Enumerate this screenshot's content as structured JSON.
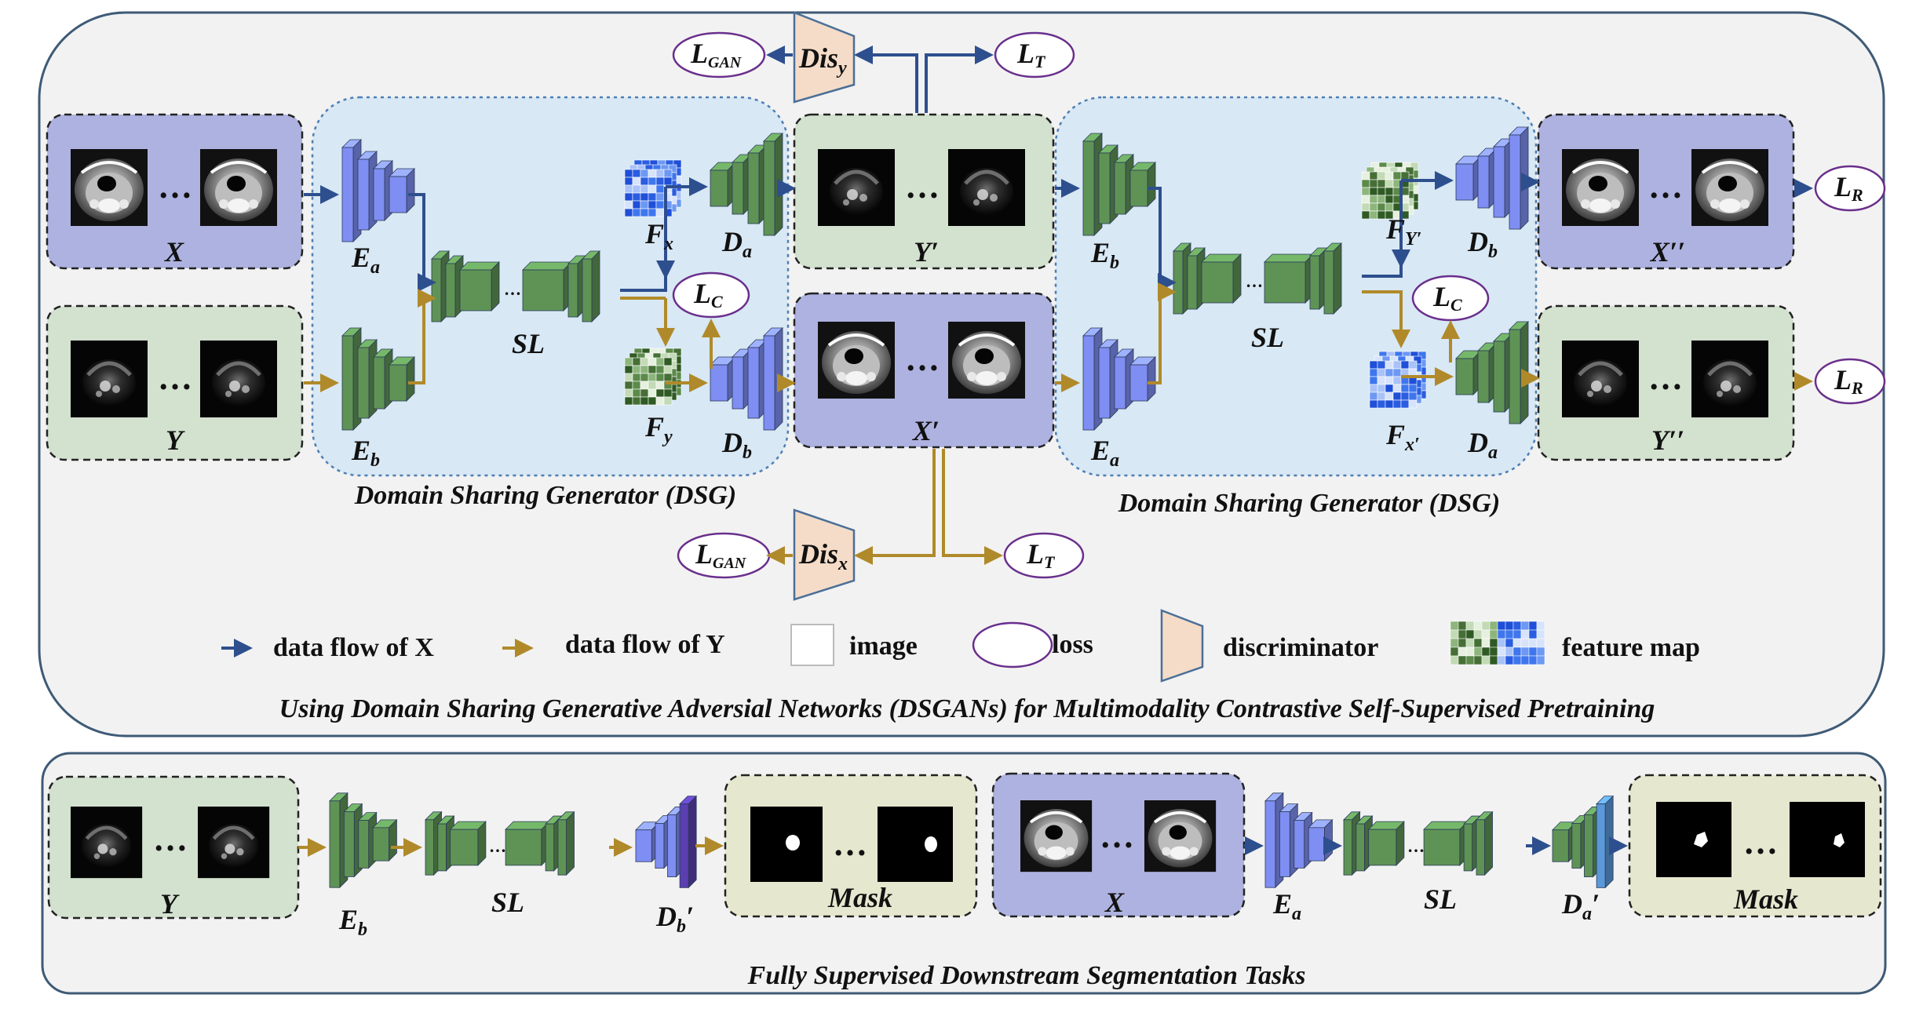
{
  "colors": {
    "panel_fill": "#f2f2f2",
    "panel_stroke": "#3e5a76",
    "box_x": "#aeb2e0",
    "box_y": "#d3e1cf",
    "box_mask": "#e6e7cf",
    "dsg_fill": "#d8e8f4",
    "flow_x": "#2e4f8e",
    "flow_y": "#b08a2a",
    "encoder_blue": "#7f8ef2",
    "encoder_green": "#5e9355",
    "disc_fill": "#f5dcc8",
    "loss_stroke": "#6a2f8c"
  },
  "inputs": {
    "x": "X",
    "y": "Y",
    "y_prime": "Y′",
    "x_prime": "X′",
    "x_rec": "X′′",
    "y_rec": "Y′′",
    "ellipsis": "…"
  },
  "modules": {
    "ea": "E",
    "ea_sub": "a",
    "eb": "E",
    "eb_sub": "b",
    "sl": "SL",
    "da": "D",
    "da_sub": "a",
    "db": "D",
    "db_sub": "b",
    "fx": "F",
    "fx_sub": "x",
    "fy": "F",
    "fy_sub": "y",
    "fy_prime": "F",
    "fy_prime_sub": "Y′",
    "fx_prime": "F",
    "fx_prime_sub": "x′",
    "dis": "Dis",
    "dis_y_sub": "y",
    "dis_x_sub": "x",
    "db_prime": "D",
    "db_prime_sub": "b",
    "db_prime_mark": "′",
    "da_prime": "D",
    "da_prime_sub": "a",
    "da_prime_mark": "′",
    "mask": "Mask"
  },
  "losses": {
    "l": "L",
    "gan_sub": "GAN",
    "t_sub": "T",
    "c_sub": "C",
    "r_sub": "R"
  },
  "captions": {
    "dsg_left": "Domain Sharing Generator (DSG)",
    "dsg_right": "Domain Sharing Generator (DSG)",
    "top_panel": "Using Domain Sharing Generative Adversial Networks (DSGANs) for Multimodality Contrastive Self-Supervised Pretraining",
    "bottom_panel": "Fully Supervised Downstream Segmentation Tasks"
  },
  "legend": {
    "flow_x": "data flow of X",
    "flow_y": "data flow of Y",
    "image": "image",
    "loss": "loss",
    "discriminator": "discriminator",
    "feature_map": "feature map"
  }
}
